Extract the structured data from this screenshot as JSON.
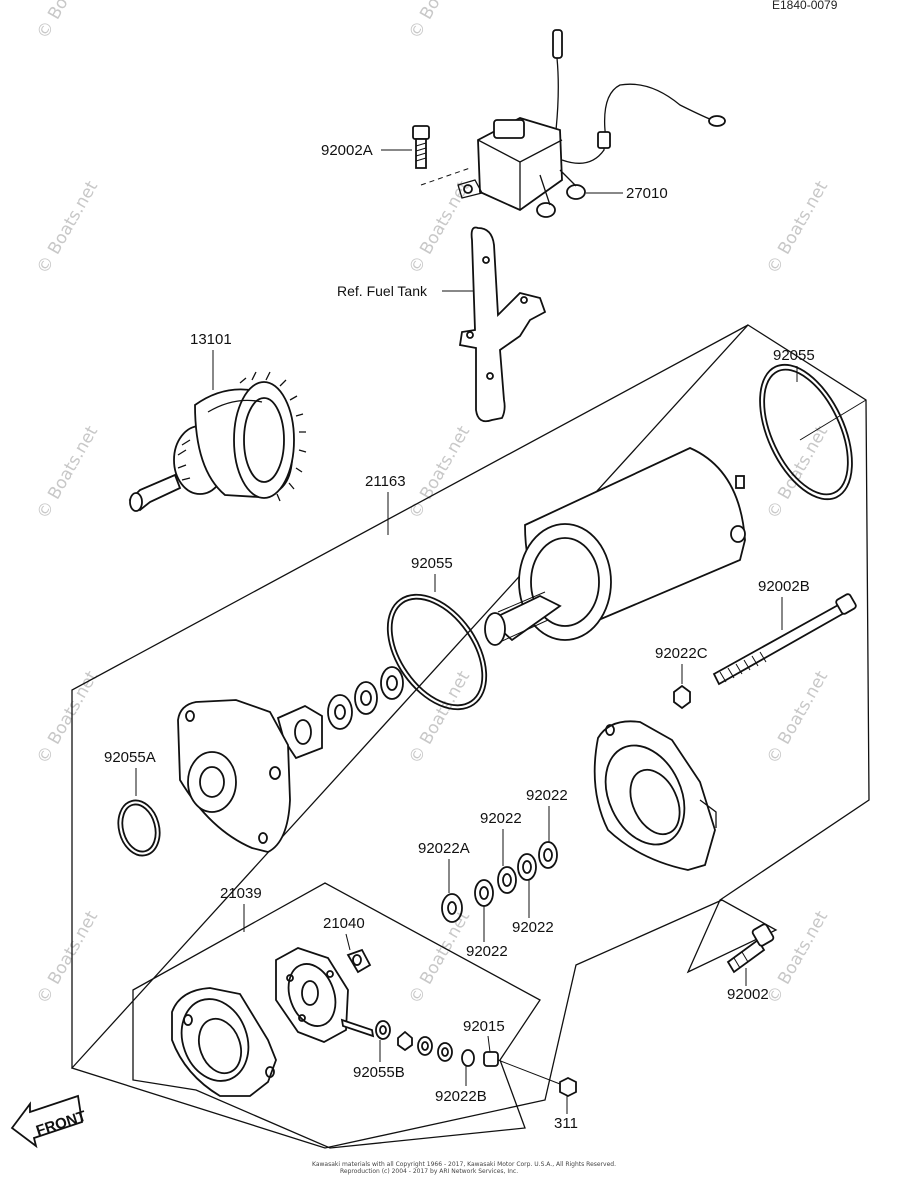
{
  "diagram_code": "E1840-0079",
  "labels": {
    "p92002A": "92002A",
    "p27010": "27010",
    "ref_fuel_tank": "Ref. Fuel Tank",
    "p13101": "13101",
    "p92055_top": "92055",
    "p21163": "21163",
    "p92055_mid": "92055",
    "p92002B": "92002B",
    "p92022C": "92022C",
    "p92055A": "92055A",
    "p92022_a": "92022",
    "p92022_b": "92022",
    "p92022A": "92022A",
    "p92022_c": "92022",
    "p92022_d": "92022",
    "p21039": "21039",
    "p21040": "21040",
    "p92015": "92015",
    "p92055B": "92055B",
    "p92022B": "92022B",
    "p311": "311",
    "p92002": "92002"
  },
  "front_label": "FRONT",
  "watermark": "© Boats.net",
  "footer": {
    "line1": "Kawasaki materials with all Copyright 1966 - 2017, Kawasaki Motor Corp. U.S.A., All Rights Reserved.",
    "line2": "Reproduction (c) 2004 - 2017 by ARI Network Services, Inc."
  }
}
